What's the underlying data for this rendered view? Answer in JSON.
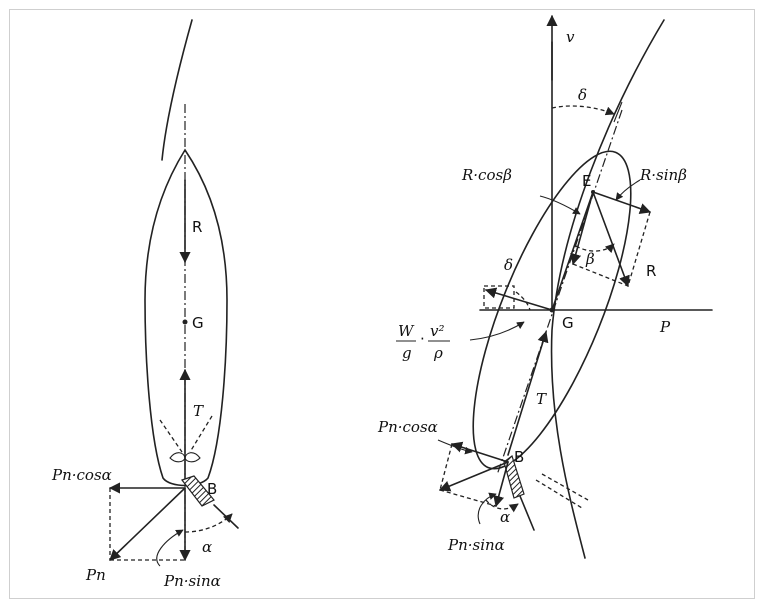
{
  "left_diagram": {
    "labels": {
      "R": "R",
      "G": "G",
      "T": "T",
      "B": "B",
      "Pn": "Pn",
      "Pn_cos": "Pn·cosα",
      "Pn_sin": "Pn·sinα",
      "alpha": "α"
    }
  },
  "right_diagram": {
    "labels": {
      "v": "v",
      "delta_top": "δ",
      "delta_mid": "δ",
      "R_cos": "R·cosβ",
      "R_sin": "R·sinβ",
      "E": "E",
      "beta": "β",
      "R": "R",
      "G": "G",
      "P": "P",
      "W": "W",
      "g": "g",
      "v2": "v²",
      "rho": "ρ",
      "T": "T",
      "B": "B",
      "Pn_cos": "Pn·cosα",
      "Pn_sin": "Pn·sinα",
      "alpha": "α"
    }
  }
}
